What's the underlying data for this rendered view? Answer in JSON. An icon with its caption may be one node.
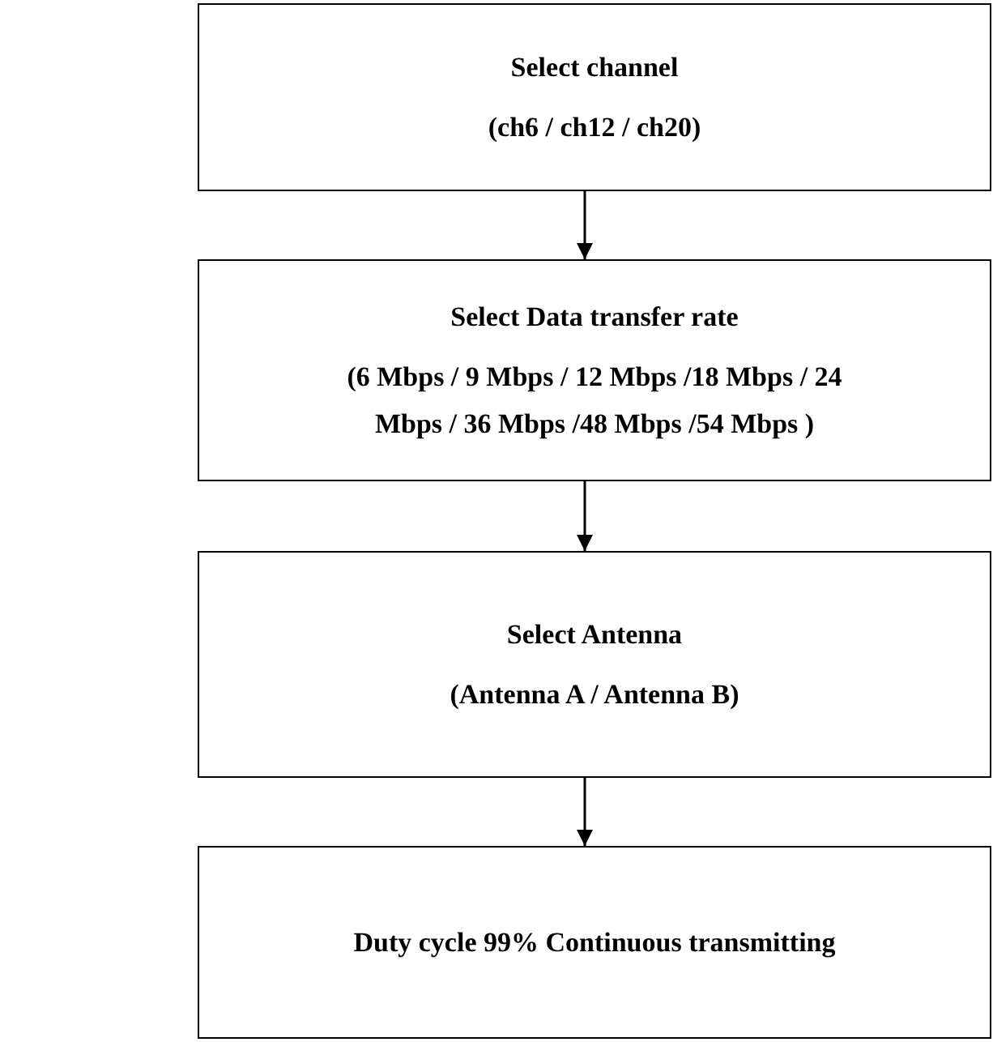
{
  "diagram": {
    "nodes": [
      {
        "text": [
          "Select channel",
          "(ch6 / ch12 / ch20)"
        ]
      },
      {
        "text": [
          "Select Data transfer rate",
          "(6 Mbps / 9 Mbps / 12 Mbps /18 Mbps / 24 Mbps / 36 Mbps /48 Mbps /54 Mbps )"
        ]
      },
      {
        "text": [
          "Select Antenna",
          "(Antenna A / Antenna B)"
        ]
      },
      {
        "text": [
          "Duty cycle 99% Continuous transmitting"
        ]
      }
    ],
    "edges": [
      {
        "from": 0,
        "to": 1,
        "arrow": "to"
      },
      {
        "from": 1,
        "to": 2,
        "arrow": "to"
      },
      {
        "from": 2,
        "to": 3,
        "arrow": "to"
      }
    ]
  }
}
